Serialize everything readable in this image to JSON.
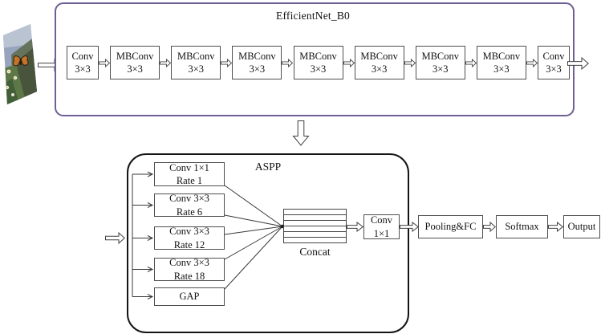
{
  "efficientnet": {
    "title": "EfficientNet_B0",
    "blocks": [
      {
        "name": "Conv",
        "kernel": "3×3"
      },
      {
        "name": "MBConv",
        "kernel": "3×3"
      },
      {
        "name": "MBConv",
        "kernel": "3×3"
      },
      {
        "name": "MBConv",
        "kernel": "3×3"
      },
      {
        "name": "MBConv",
        "kernel": "3×3"
      },
      {
        "name": "MBConv",
        "kernel": "3×3"
      },
      {
        "name": "MBConv",
        "kernel": "3×3"
      },
      {
        "name": "MBConv",
        "kernel": "3×3"
      },
      {
        "name": "Conv",
        "kernel": "3×3"
      }
    ]
  },
  "aspp": {
    "title": "ASPP",
    "branches": [
      {
        "line1": "Conv 1×1",
        "line2": "Rate 1"
      },
      {
        "line1": "Conv 3×3",
        "line2": "Rate 6"
      },
      {
        "line1": "Conv 3×3",
        "line2": "Rate 12"
      },
      {
        "line1": "Conv 3×3",
        "line2": "Rate 18"
      },
      {
        "line1": "GAP",
        "line2": ""
      }
    ],
    "concat_label": "Concat",
    "conv1x1": {
      "line1": "Conv",
      "line2": "1×1"
    }
  },
  "head": {
    "pooling_fc": "Pooling&FC",
    "softmax": "Softmax",
    "output": "Output"
  },
  "colors": {
    "efficientnet_border": "#6f5f94",
    "aspp_border": "#141414",
    "box_border": "#4f4f4f",
    "arrow_outline": "#404040",
    "text": "#111111"
  }
}
